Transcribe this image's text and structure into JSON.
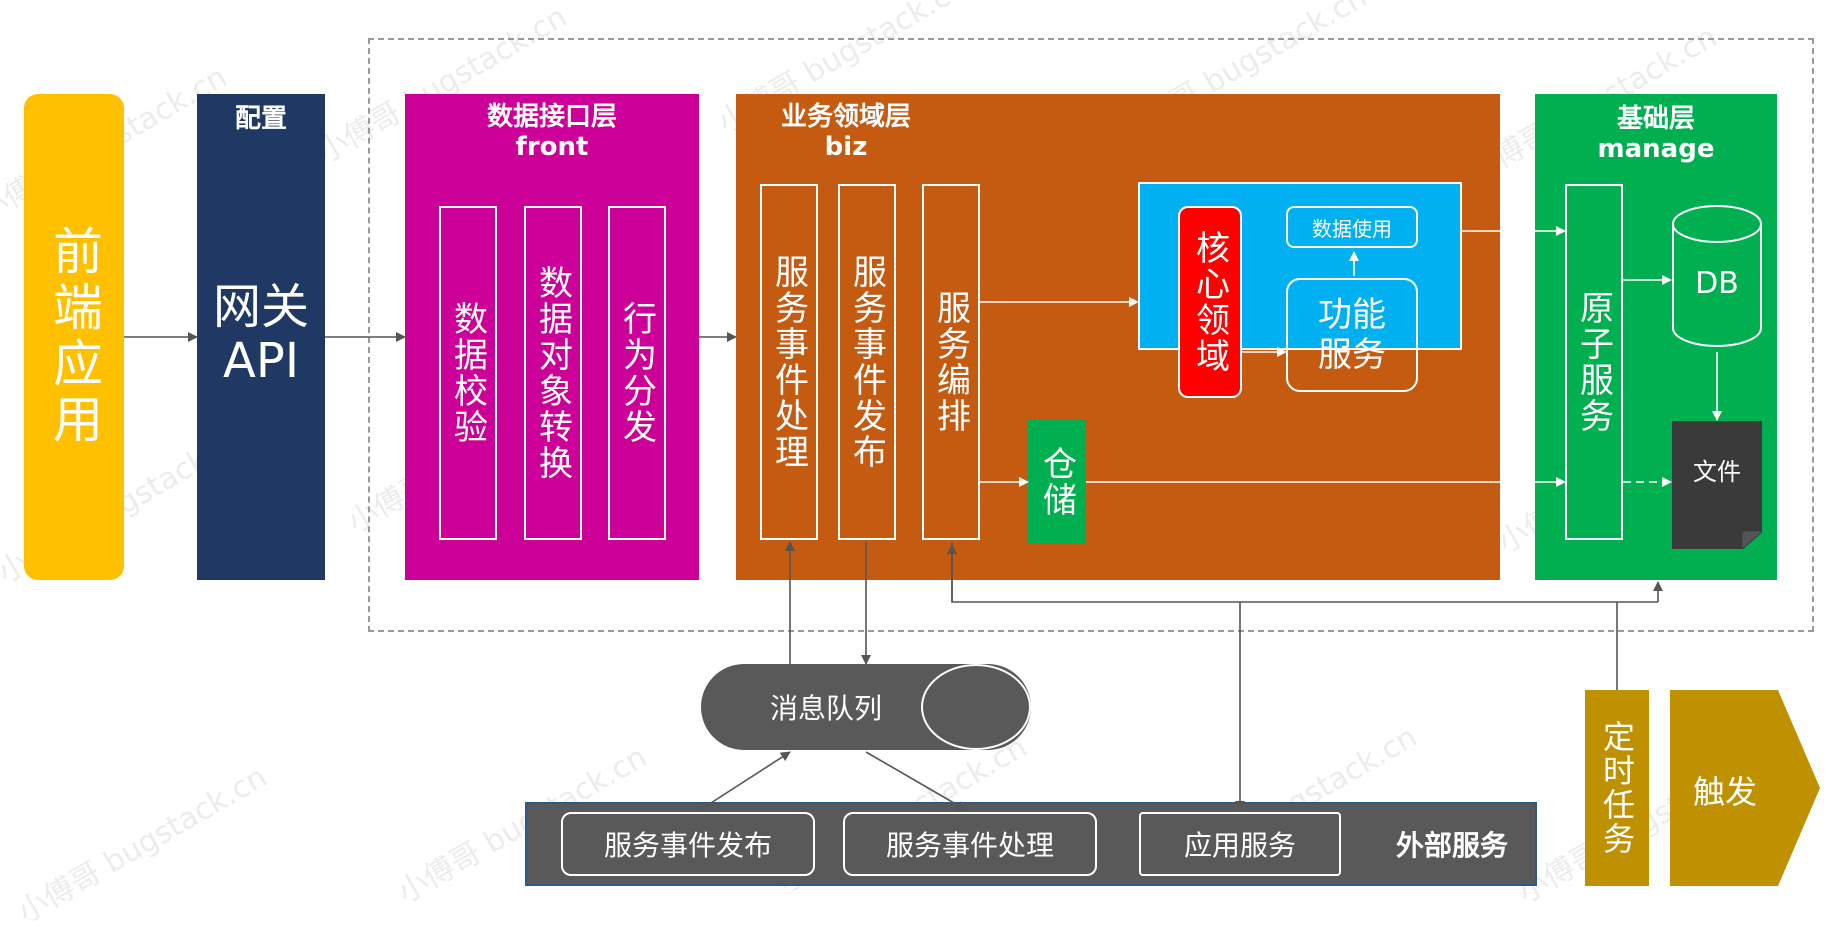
{
  "frontend": {
    "label": "前端应用",
    "color": "#FFC000"
  },
  "gateway": {
    "title": "配置",
    "label_line1": "网关",
    "label_line2": "API",
    "color": "#1F3864"
  },
  "data_interface": {
    "title_line1": "数据接口层",
    "title_line2": "front",
    "color": "#CC0099",
    "columns": [
      "数据校验",
      "数据对象转换",
      "行为分发"
    ]
  },
  "business": {
    "title_line1": "业务领域层",
    "title_line2": "biz",
    "color": "#C55A11",
    "columns": [
      "服务事件处理",
      "服务事件发布",
      "服务编排"
    ],
    "warehouse": "仓储",
    "core_panel": {
      "core_domain": "核心领域",
      "data_usage": "数据使用",
      "function_service": "功能服务",
      "color": "#00B0F0",
      "core_color": "#FF0000"
    }
  },
  "foundation": {
    "title_line1": "基础层",
    "title_line2": "manage",
    "color": "#00B050",
    "atomic": "原子服务",
    "db": "DB",
    "file": "文件"
  },
  "message_queue": {
    "label": "消息队列",
    "color": "#595959"
  },
  "external": {
    "title": "外部服务",
    "color": "#595959",
    "items": [
      "服务事件发布",
      "服务事件处理",
      "应用服务"
    ]
  },
  "scheduled": {
    "label": "定时任务",
    "trigger": "触发",
    "color": "#BF9000"
  },
  "watermark": "小傅哥 bugstack.cn"
}
